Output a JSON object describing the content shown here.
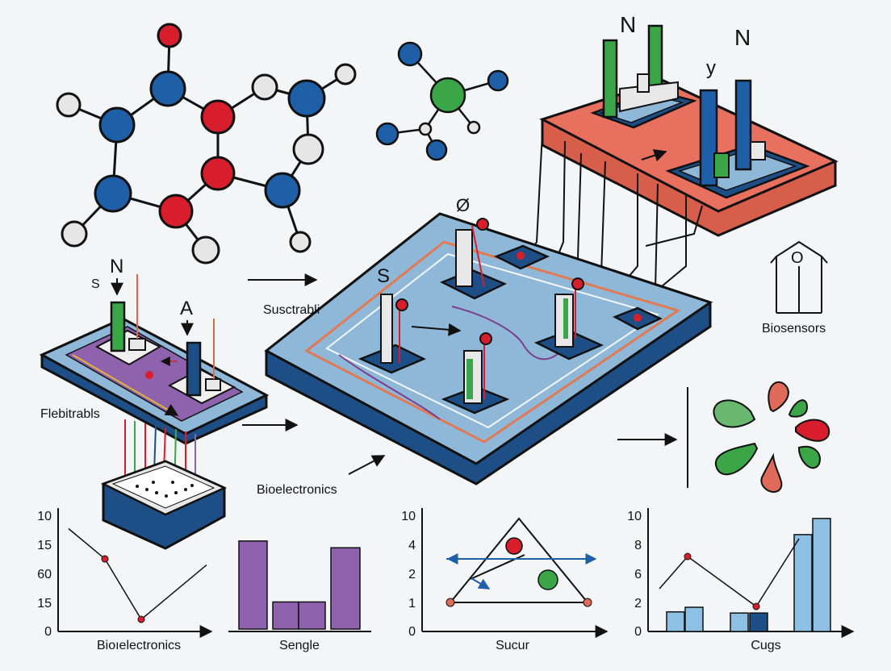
{
  "labels": {
    "left_n": "N",
    "left_s": "S",
    "left_a": "A",
    "flexible": "Flebitrabls",
    "substrate": "Susctrabli",
    "center_s": "S",
    "center_o": "Ø",
    "top_n1": "N",
    "top_y": "y",
    "top_n2": "N",
    "biosensors_o": "O",
    "biosensors": "Biosensors",
    "bioelectronics_mid": "Bioelectronics"
  },
  "colors": {
    "blue": "#1f5fa8",
    "red": "#d81e2c",
    "green": "#3aa648",
    "white_atom": "#e6e6e6",
    "chip_blue": "#8fb8d8",
    "chip_dark": "#1d4f86",
    "coral": "#e8705e",
    "purple": "#8e62ad",
    "bar_blue": "#8ec0e4"
  },
  "chart_data": [
    {
      "type": "line",
      "xlabel": "Bioıelectronics",
      "ytick_labels": [
        "10",
        "15",
        "60",
        "15",
        "0"
      ],
      "points": [
        {
          "x": 0,
          "y": 0.85
        },
        {
          "x": 0.5,
          "y": 0.6
        },
        {
          "x": 1,
          "y": 0.1
        },
        {
          "x": 1.9,
          "y": 0.55
        }
      ]
    },
    {
      "type": "bar",
      "xlabel": "Sengle",
      "values": [
        0.78,
        0.24,
        0.24,
        0.72
      ]
    },
    {
      "type": "line",
      "xlabel": "Sucur",
      "ytick_labels": [
        "10",
        "4",
        "2",
        "1",
        "0"
      ],
      "series": [
        {
          "name": "",
          "points": [
            {
              "x": 0,
              "y": 1
            },
            {
              "x": 0.5,
              "y": 3
            },
            {
              "x": 1,
              "y": 1
            }
          ]
        }
      ]
    },
    {
      "type": "bar",
      "xlabel": "Cugs",
      "ytick_labels": [
        "10",
        "8",
        "6",
        "2",
        "0"
      ],
      "values": [
        1.7,
        2.1,
        1.6,
        1.6,
        8.4,
        9.8
      ]
    }
  ]
}
